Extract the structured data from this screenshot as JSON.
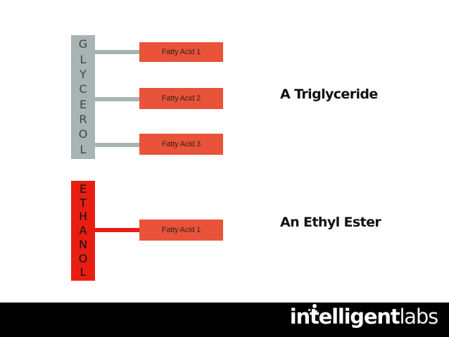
{
  "glycerol_letters": [
    "G",
    "L",
    "Y",
    "C",
    "E",
    "R",
    "O",
    "L"
  ],
  "ethanol_letters": [
    "E",
    "T",
    "H",
    "A",
    "N",
    "O",
    "L"
  ],
  "triglyceride": {
    "fatty_acids": [
      "Fatty Acid 1",
      "Fatty Acid 2",
      "Fatty Acid 3"
    ],
    "caption": "A Triglyceride"
  },
  "ethyl_ester": {
    "fatty_acids": [
      "Fatty Acid 1"
    ],
    "caption": "An Ethyl Ester"
  },
  "logo": {
    "part1": "intelligent",
    "part2": "labs"
  },
  "colors": {
    "glycerol_gray": "#a8b3b3",
    "ethanol_red": "#e91e12",
    "fatty_acid_orange": "#e8533a",
    "footer_black": "#000000"
  }
}
